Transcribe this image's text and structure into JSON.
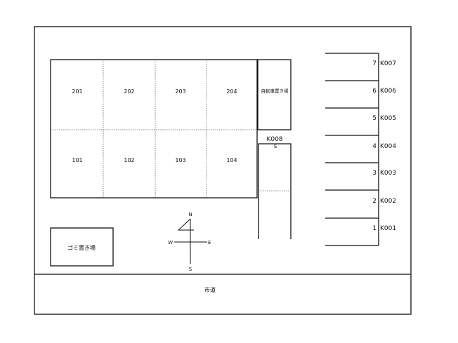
{
  "building": {
    "upper_units": [
      "201",
      "202",
      "203",
      "204"
    ],
    "lower_units": [
      "101",
      "102",
      "103",
      "104"
    ]
  },
  "bicycle_parking": "自転車置き場",
  "garbage_area": "ゴミ置き場",
  "road": "市道",
  "k008": {
    "code": "K008",
    "sub": "S"
  },
  "parking": [
    {
      "num": "7",
      "code": "K007"
    },
    {
      "num": "6",
      "code": "K006"
    },
    {
      "num": "5",
      "code": "K005"
    },
    {
      "num": "4",
      "code": "K004"
    },
    {
      "num": "3",
      "code": "K003"
    },
    {
      "num": "2",
      "code": "K002"
    },
    {
      "num": "1",
      "code": "K001"
    }
  ],
  "compass": {
    "n": "N",
    "s": "S",
    "e": "E",
    "w": "W"
  },
  "colors": {
    "line": "#111111",
    "dotted": "#666666",
    "background": "#ffffff"
  }
}
